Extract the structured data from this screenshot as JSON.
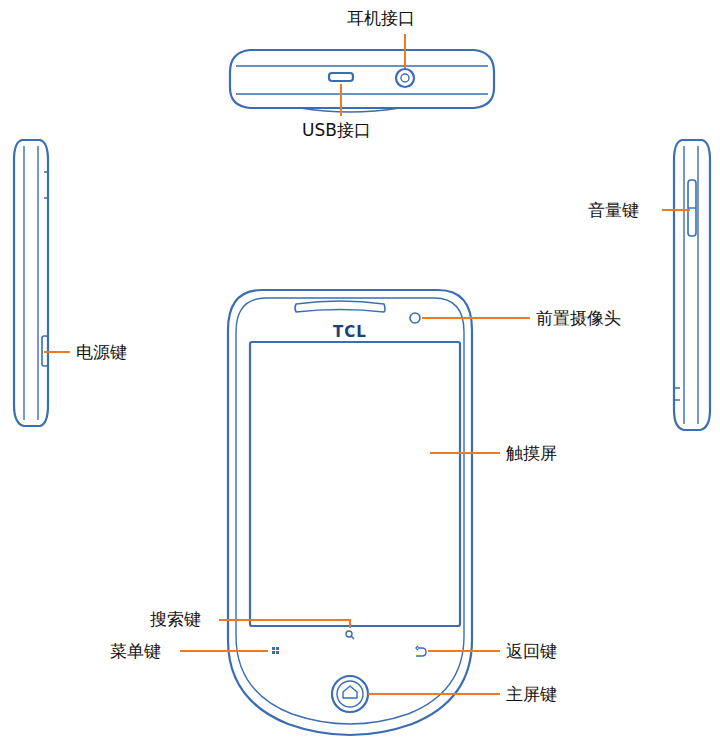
{
  "diagram": {
    "labels": [
      "耳机接口",
      "USB接口",
      "音量键",
      "电源键",
      "TCL",
      "前置摄像头",
      "触摸屏",
      "搜索键",
      "菜单键",
      "返回键",
      "主屏键"
    ]
  }
}
